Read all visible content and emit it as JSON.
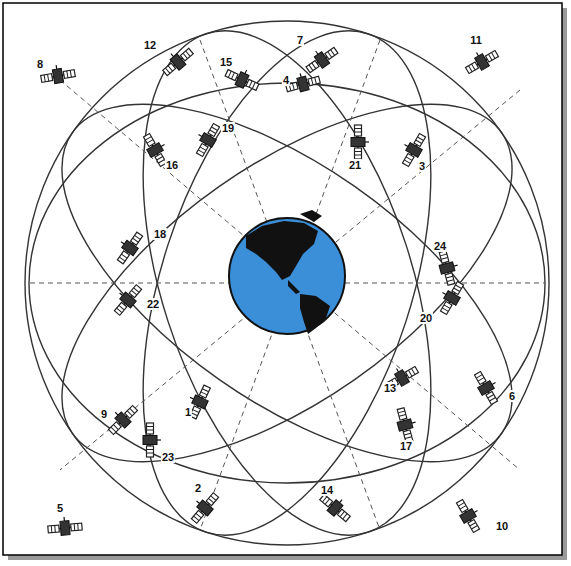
{
  "diagram": {
    "labels": [
      "8",
      "12",
      "15",
      "7",
      "11",
      "4",
      "19",
      "16",
      "21",
      "3",
      "18",
      "24",
      "22",
      "20",
      "13",
      "6",
      "9",
      "1",
      "23",
      "17",
      "5",
      "2",
      "14",
      "10"
    ]
  }
}
